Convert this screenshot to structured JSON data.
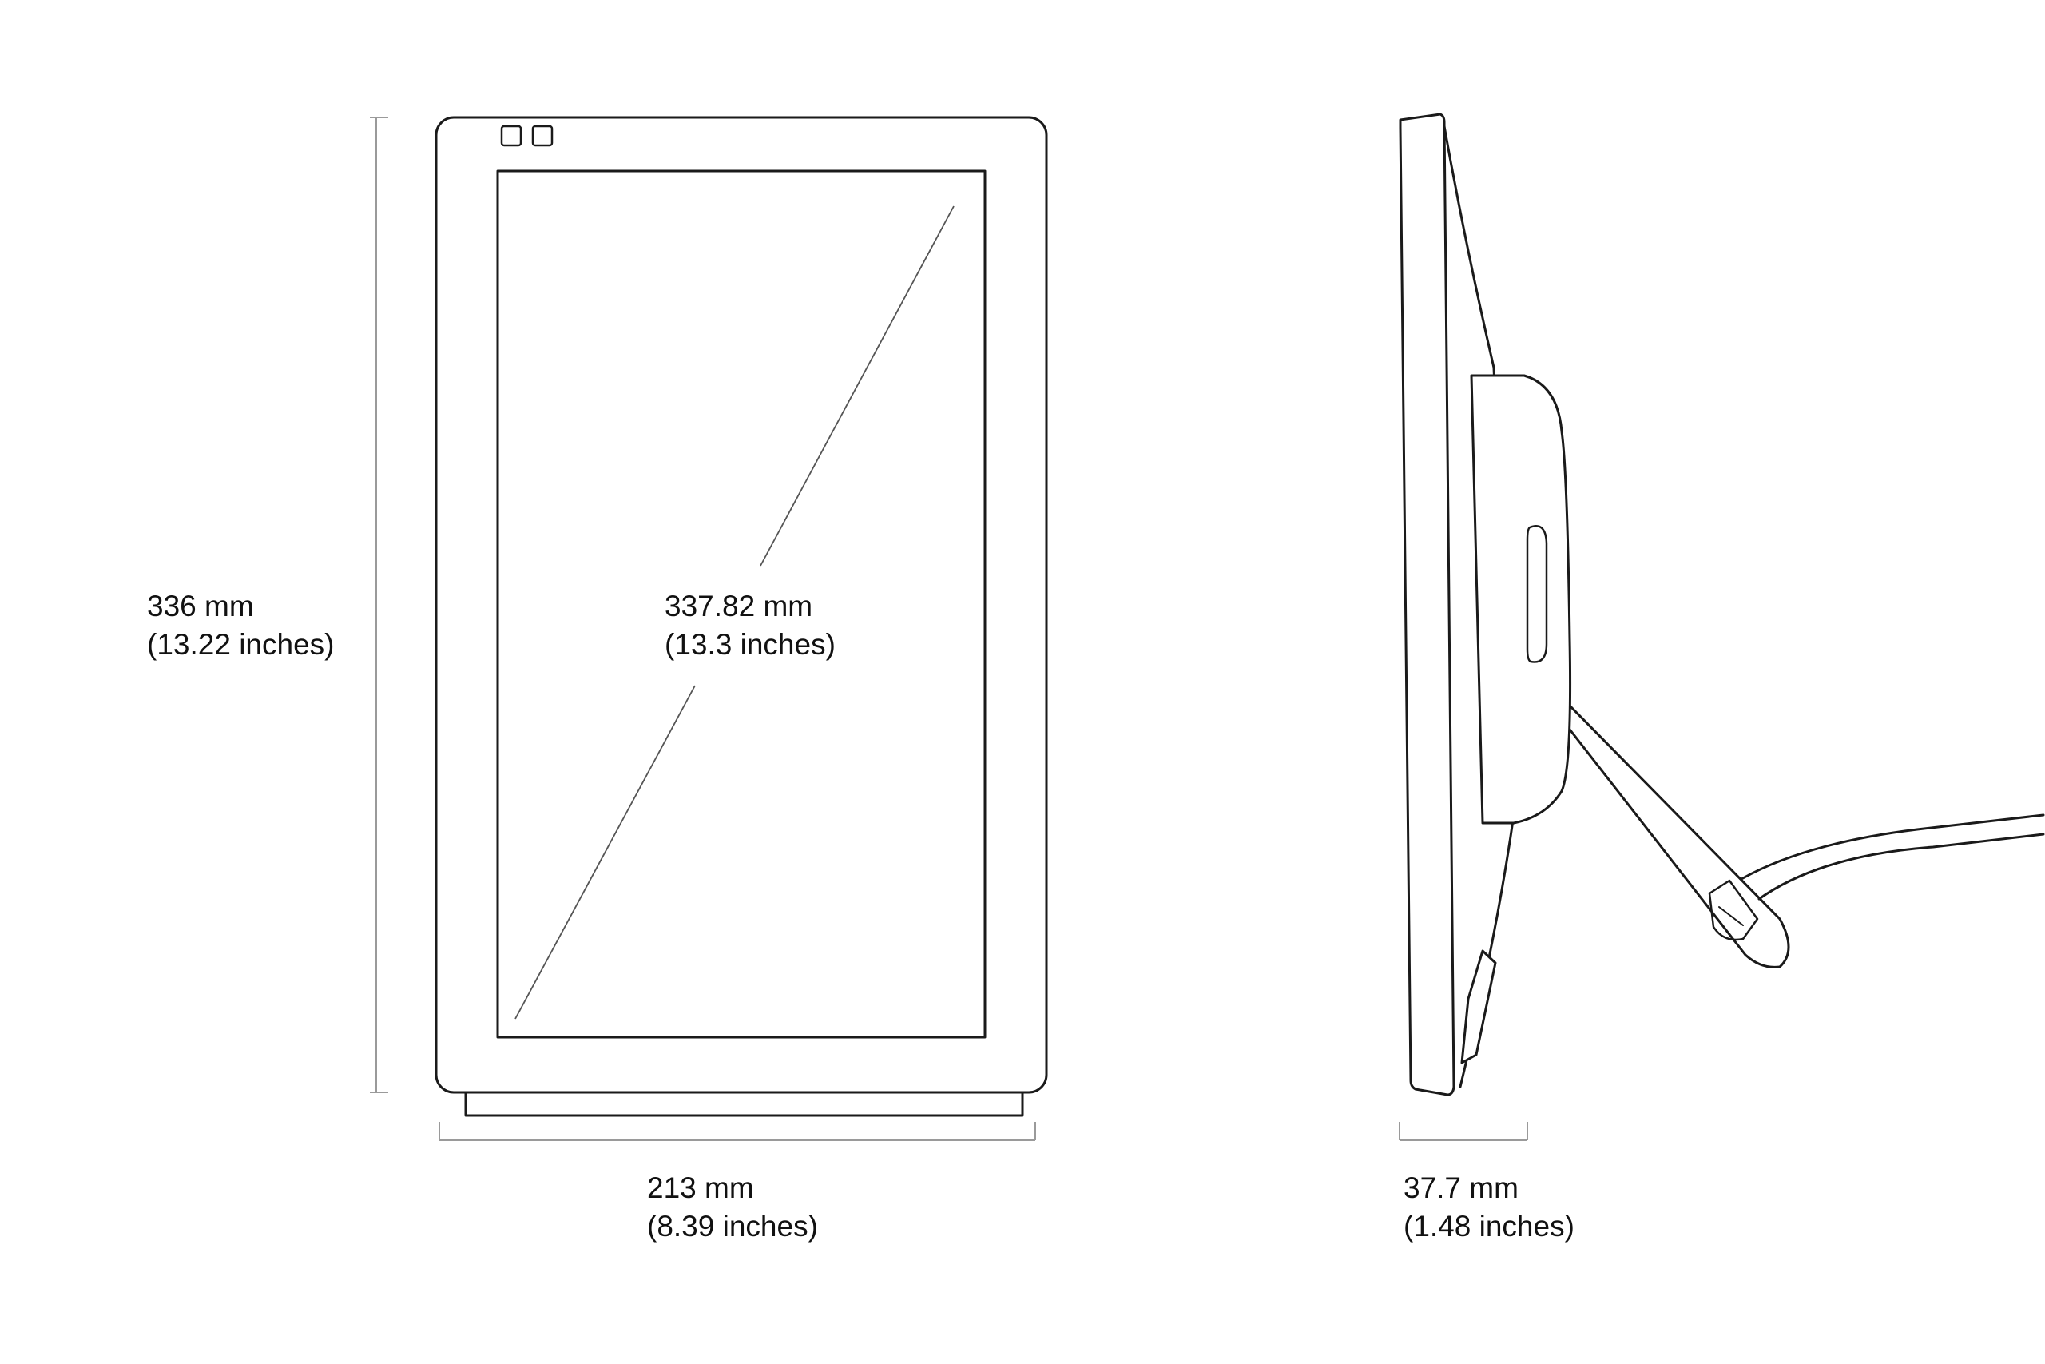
{
  "colors": {
    "background": "#ffffff",
    "stroke": "#1a1a1a",
    "dimension_line": "#9a9a9a",
    "text": "#111111"
  },
  "front_view": {
    "height_dimension": {
      "value": "336 mm",
      "secondary": "(13.22 inches)"
    },
    "diagonal_dimension": {
      "value": "337.82 mm",
      "secondary": "(13.3 inches)"
    },
    "width_dimension": {
      "value": "213 mm",
      "secondary": "(8.39 inches)"
    }
  },
  "side_view": {
    "depth_dimension": {
      "value": "37.7 mm",
      "secondary": "(1.48 inches)"
    }
  }
}
